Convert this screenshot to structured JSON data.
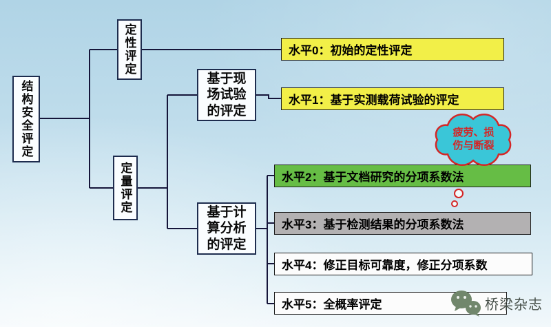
{
  "tree": {
    "root": {
      "label": "结构安全评定"
    },
    "qualitative": {
      "label": "定性评定"
    },
    "quantitative": {
      "label": "定量评定"
    },
    "field_test": {
      "label": "基于现场试验的评定"
    },
    "calc_analysis": {
      "label": "基于计算分析的评定"
    }
  },
  "levels": [
    {
      "label": "水平0：初始的定性评定",
      "bg": "#f2ef48"
    },
    {
      "label": "水平1：基于实测载荷试验的评定",
      "bg": "#f2ef48"
    },
    {
      "label": "水平2：基于文档研究的分项系数法",
      "bg": "#66bd45"
    },
    {
      "label": "水平3：基于检测结果的分项系数法",
      "bg": "#b3b1b2"
    },
    {
      "label": "水平4：修正目标可靠度，修正分项系数",
      "bg": "#fcfcfc"
    },
    {
      "label": "水平5：全概率评定",
      "bg": "#fcfcfc"
    }
  ],
  "cloud": {
    "line1": "疲劳、损",
    "line2": "伤与断裂",
    "fill": "#3ac6d8",
    "stroke": "#d42626",
    "text_color": "#d42626"
  },
  "watermark": {
    "label": "桥梁杂志"
  },
  "colors": {
    "connector": "#15153a",
    "node_border": "#1d2c4e",
    "node_bg": "#fafdff"
  }
}
